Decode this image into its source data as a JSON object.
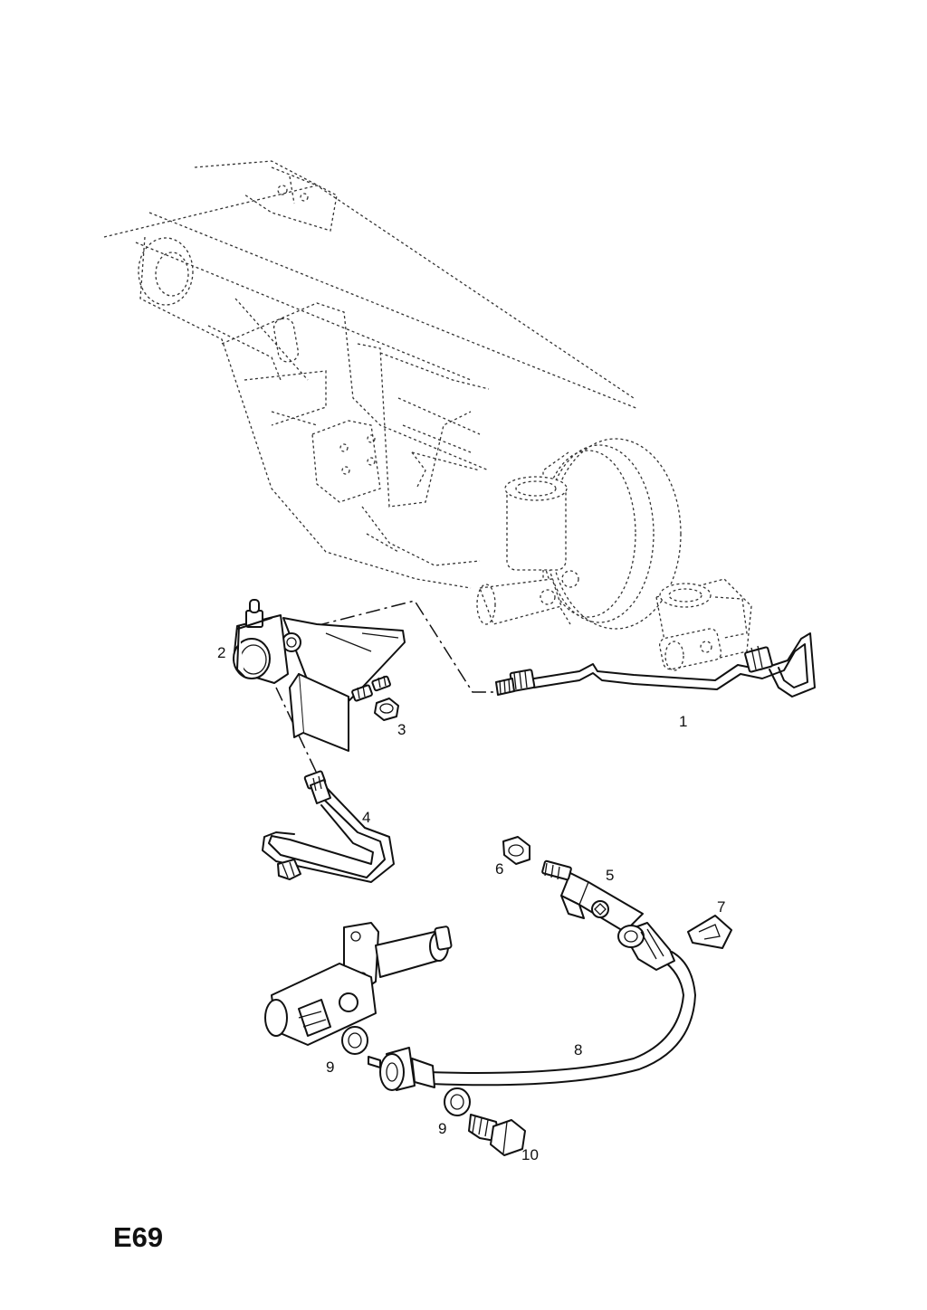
{
  "diagram_code": "E69",
  "callouts": {
    "c1": "1",
    "c2": "2",
    "c3": "3",
    "c4": "4",
    "c5": "5",
    "c6": "6",
    "c7": "7",
    "c8": "8",
    "c9a": "9",
    "c9b": "9",
    "c10": "10"
  }
}
